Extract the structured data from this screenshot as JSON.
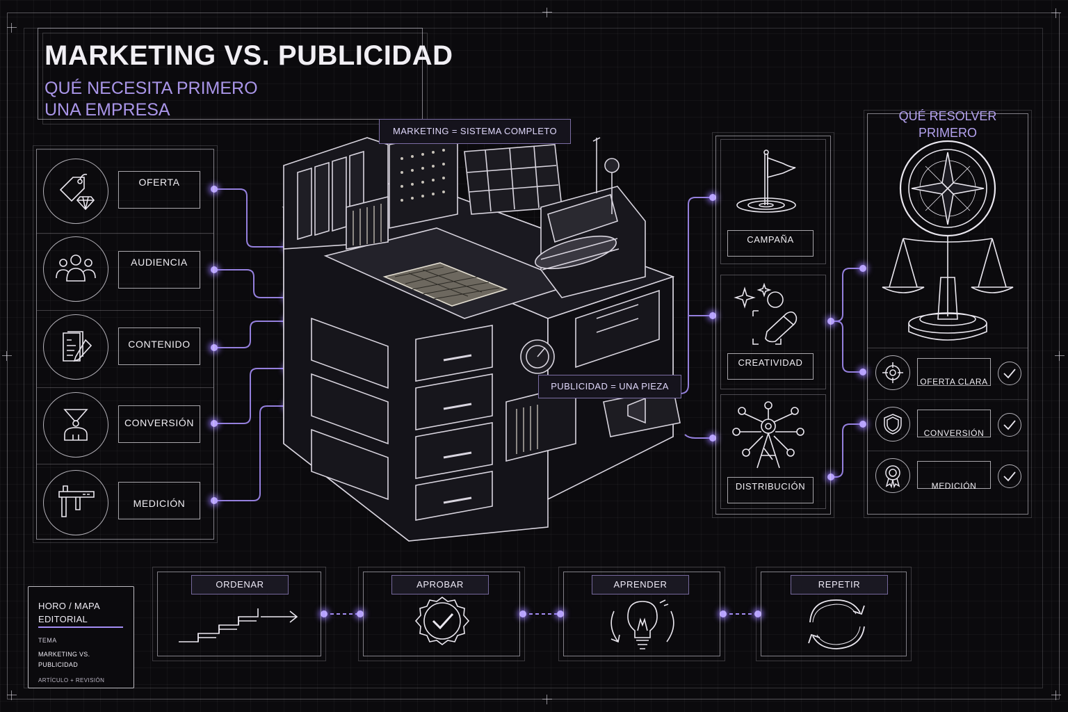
{
  "header": {
    "title": "MARKETING VS. PUBLICIDAD",
    "subtitle_line1": "QUÉ NECESITA PRIMERO",
    "subtitle_line2": "UNA EMPRESA"
  },
  "center_tags": {
    "marketing": "MARKETING = SISTEMA COMPLETO",
    "publicidad": "PUBLICIDAD = UNA PIEZA"
  },
  "left_panel": {
    "items": [
      {
        "label": "OFERTA",
        "icon": "price-tag-diamond-icon"
      },
      {
        "label": "AUDIENCIA",
        "icon": "people-group-icon"
      },
      {
        "label": "CONTENIDO",
        "icon": "document-pen-icon"
      },
      {
        "label": "CONVERSIÓN",
        "icon": "funnel-icon"
      },
      {
        "label": "MEDICIÓN",
        "icon": "caliper-icon"
      }
    ]
  },
  "middle_right_panel": {
    "items": [
      {
        "label": "CAMPAÑA",
        "icon": "flag-target-icon"
      },
      {
        "label": "CREATIVIDAD",
        "icon": "shapes-pencil-icon"
      },
      {
        "label": "DISTRIBUCIÓN",
        "icon": "broadcast-tower-icon"
      }
    ]
  },
  "right_panel": {
    "title_line1": "QUÉ RESOLVER",
    "title_line2": "PRIMERO",
    "items": [
      {
        "label": "OFERTA CLARA",
        "icon": "target-icon"
      },
      {
        "label": "CONVERSIÓN",
        "icon": "shield-icon"
      },
      {
        "label": "MEDICIÓN",
        "icon": "award-badge-icon"
      }
    ]
  },
  "steps": [
    {
      "label": "ORDENAR",
      "icon": "stairs-arrow-icon"
    },
    {
      "label": "APROBAR",
      "icon": "seal-check-icon"
    },
    {
      "label": "APRENDER",
      "icon": "lightbulb-icon"
    },
    {
      "label": "REPETIR",
      "icon": "refresh-cycle-icon"
    }
  ],
  "info_card": {
    "brand_line1": "HORO / MAPA",
    "brand_line2": "EDITORIAL",
    "tema_label": "TEMA",
    "tema_line1": "MARKETING VS.",
    "tema_line2": "PUBLICIDAD",
    "footer": "ARTÍCULO + REVISIÓN"
  },
  "colors": {
    "background": "#0b0a0d",
    "accent": "#b7a2ff",
    "subtitle": "#a995e8",
    "line": "#e9e6ef"
  }
}
